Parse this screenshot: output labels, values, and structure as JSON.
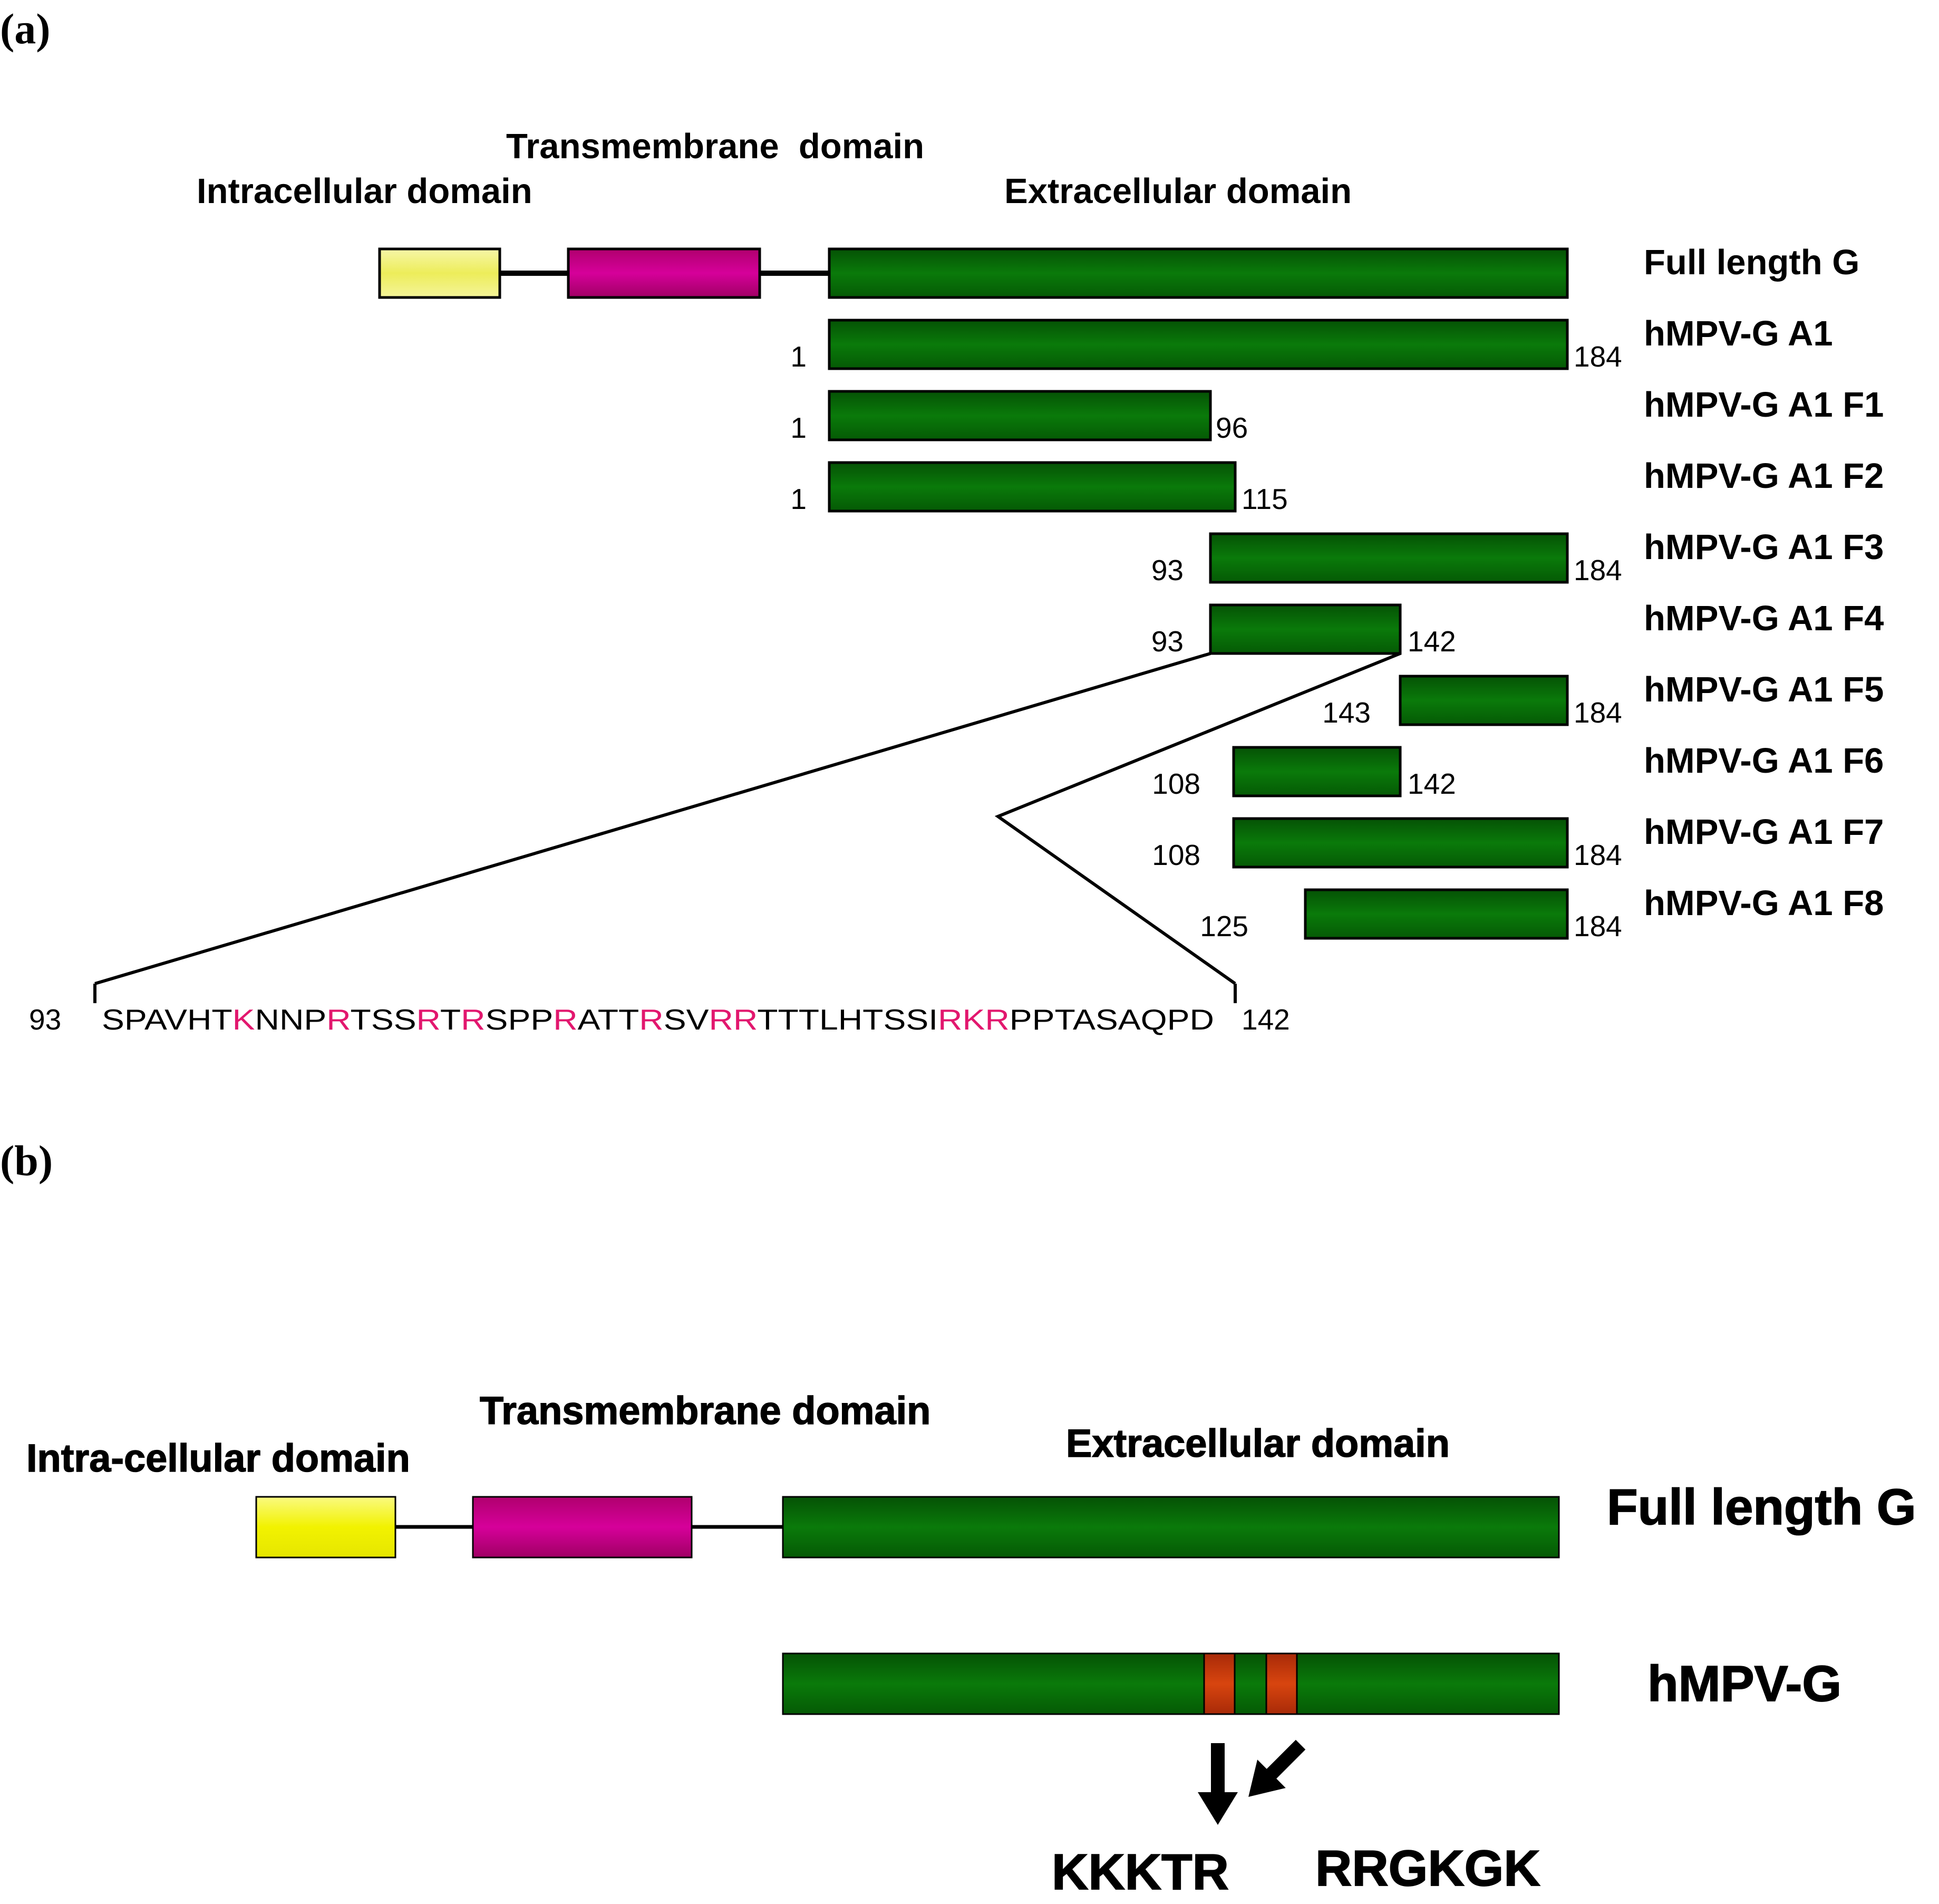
{
  "panel_a": {
    "label": "(a)",
    "domains": {
      "intracellular": "Intracellular domain",
      "transmembrane": "Transmembrane  domain",
      "extracellular": "Extracellular domain"
    },
    "full_length_label": "Full length G",
    "constructs": [
      {
        "name": "hMPV-G A1",
        "start": "1",
        "end": "184"
      },
      {
        "name": "hMPV-G A1 F1",
        "start": "1",
        "end": "96"
      },
      {
        "name": "hMPV-G A1 F2",
        "start": "1",
        "end": "115"
      },
      {
        "name": "hMPV-G A1 F3",
        "start": "93",
        "end": "184"
      },
      {
        "name": "hMPV-G A1 F4",
        "start": "93",
        "end": "142"
      },
      {
        "name": "hMPV-G A1 F5",
        "start": "143",
        "end": "184"
      },
      {
        "name": "hMPV-G A1 F6",
        "start": "108",
        "end": "142"
      },
      {
        "name": "hMPV-G A1 F7",
        "start": "108",
        "end": "184"
      },
      {
        "name": "hMPV-G A1 F8",
        "start": "125",
        "end": "184"
      }
    ],
    "sequence": {
      "start": "93",
      "end": "142",
      "segments": [
        {
          "text": "SPAVHT",
          "highlight": false
        },
        {
          "text": "K",
          "highlight": true
        },
        {
          "text": "NNP",
          "highlight": false
        },
        {
          "text": "R",
          "highlight": true
        },
        {
          "text": "TSS",
          "highlight": false
        },
        {
          "text": "R",
          "highlight": true
        },
        {
          "text": "T",
          "highlight": false
        },
        {
          "text": "R",
          "highlight": true
        },
        {
          "text": "SPP",
          "highlight": false
        },
        {
          "text": "R",
          "highlight": true
        },
        {
          "text": "ATT",
          "highlight": false
        },
        {
          "text": "R",
          "highlight": true
        },
        {
          "text": "SV",
          "highlight": false
        },
        {
          "text": "RR",
          "highlight": true
        },
        {
          "text": "TTTLHTSSI",
          "highlight": false
        },
        {
          "text": "RKR",
          "highlight": true
        },
        {
          "text": "PPTASAQPD",
          "highlight": false
        }
      ]
    }
  },
  "panel_b": {
    "label": "(b)",
    "domains": {
      "intracellular": "Intra-cellular domain",
      "transmembrane": "Transmembrane domain",
      "extracellular": "Extracellular domain"
    },
    "full_length_label": "Full length G",
    "construct_label": "hMPV-G",
    "motifs": [
      "KKKTR",
      "RRGKGK"
    ]
  },
  "colors": {
    "intracellular": "#ffff66",
    "transmembrane": "#cc0088",
    "extracellular": "#0a6b0a",
    "motif_region": "#c8380e",
    "highlight_residue": "#e2176e"
  }
}
